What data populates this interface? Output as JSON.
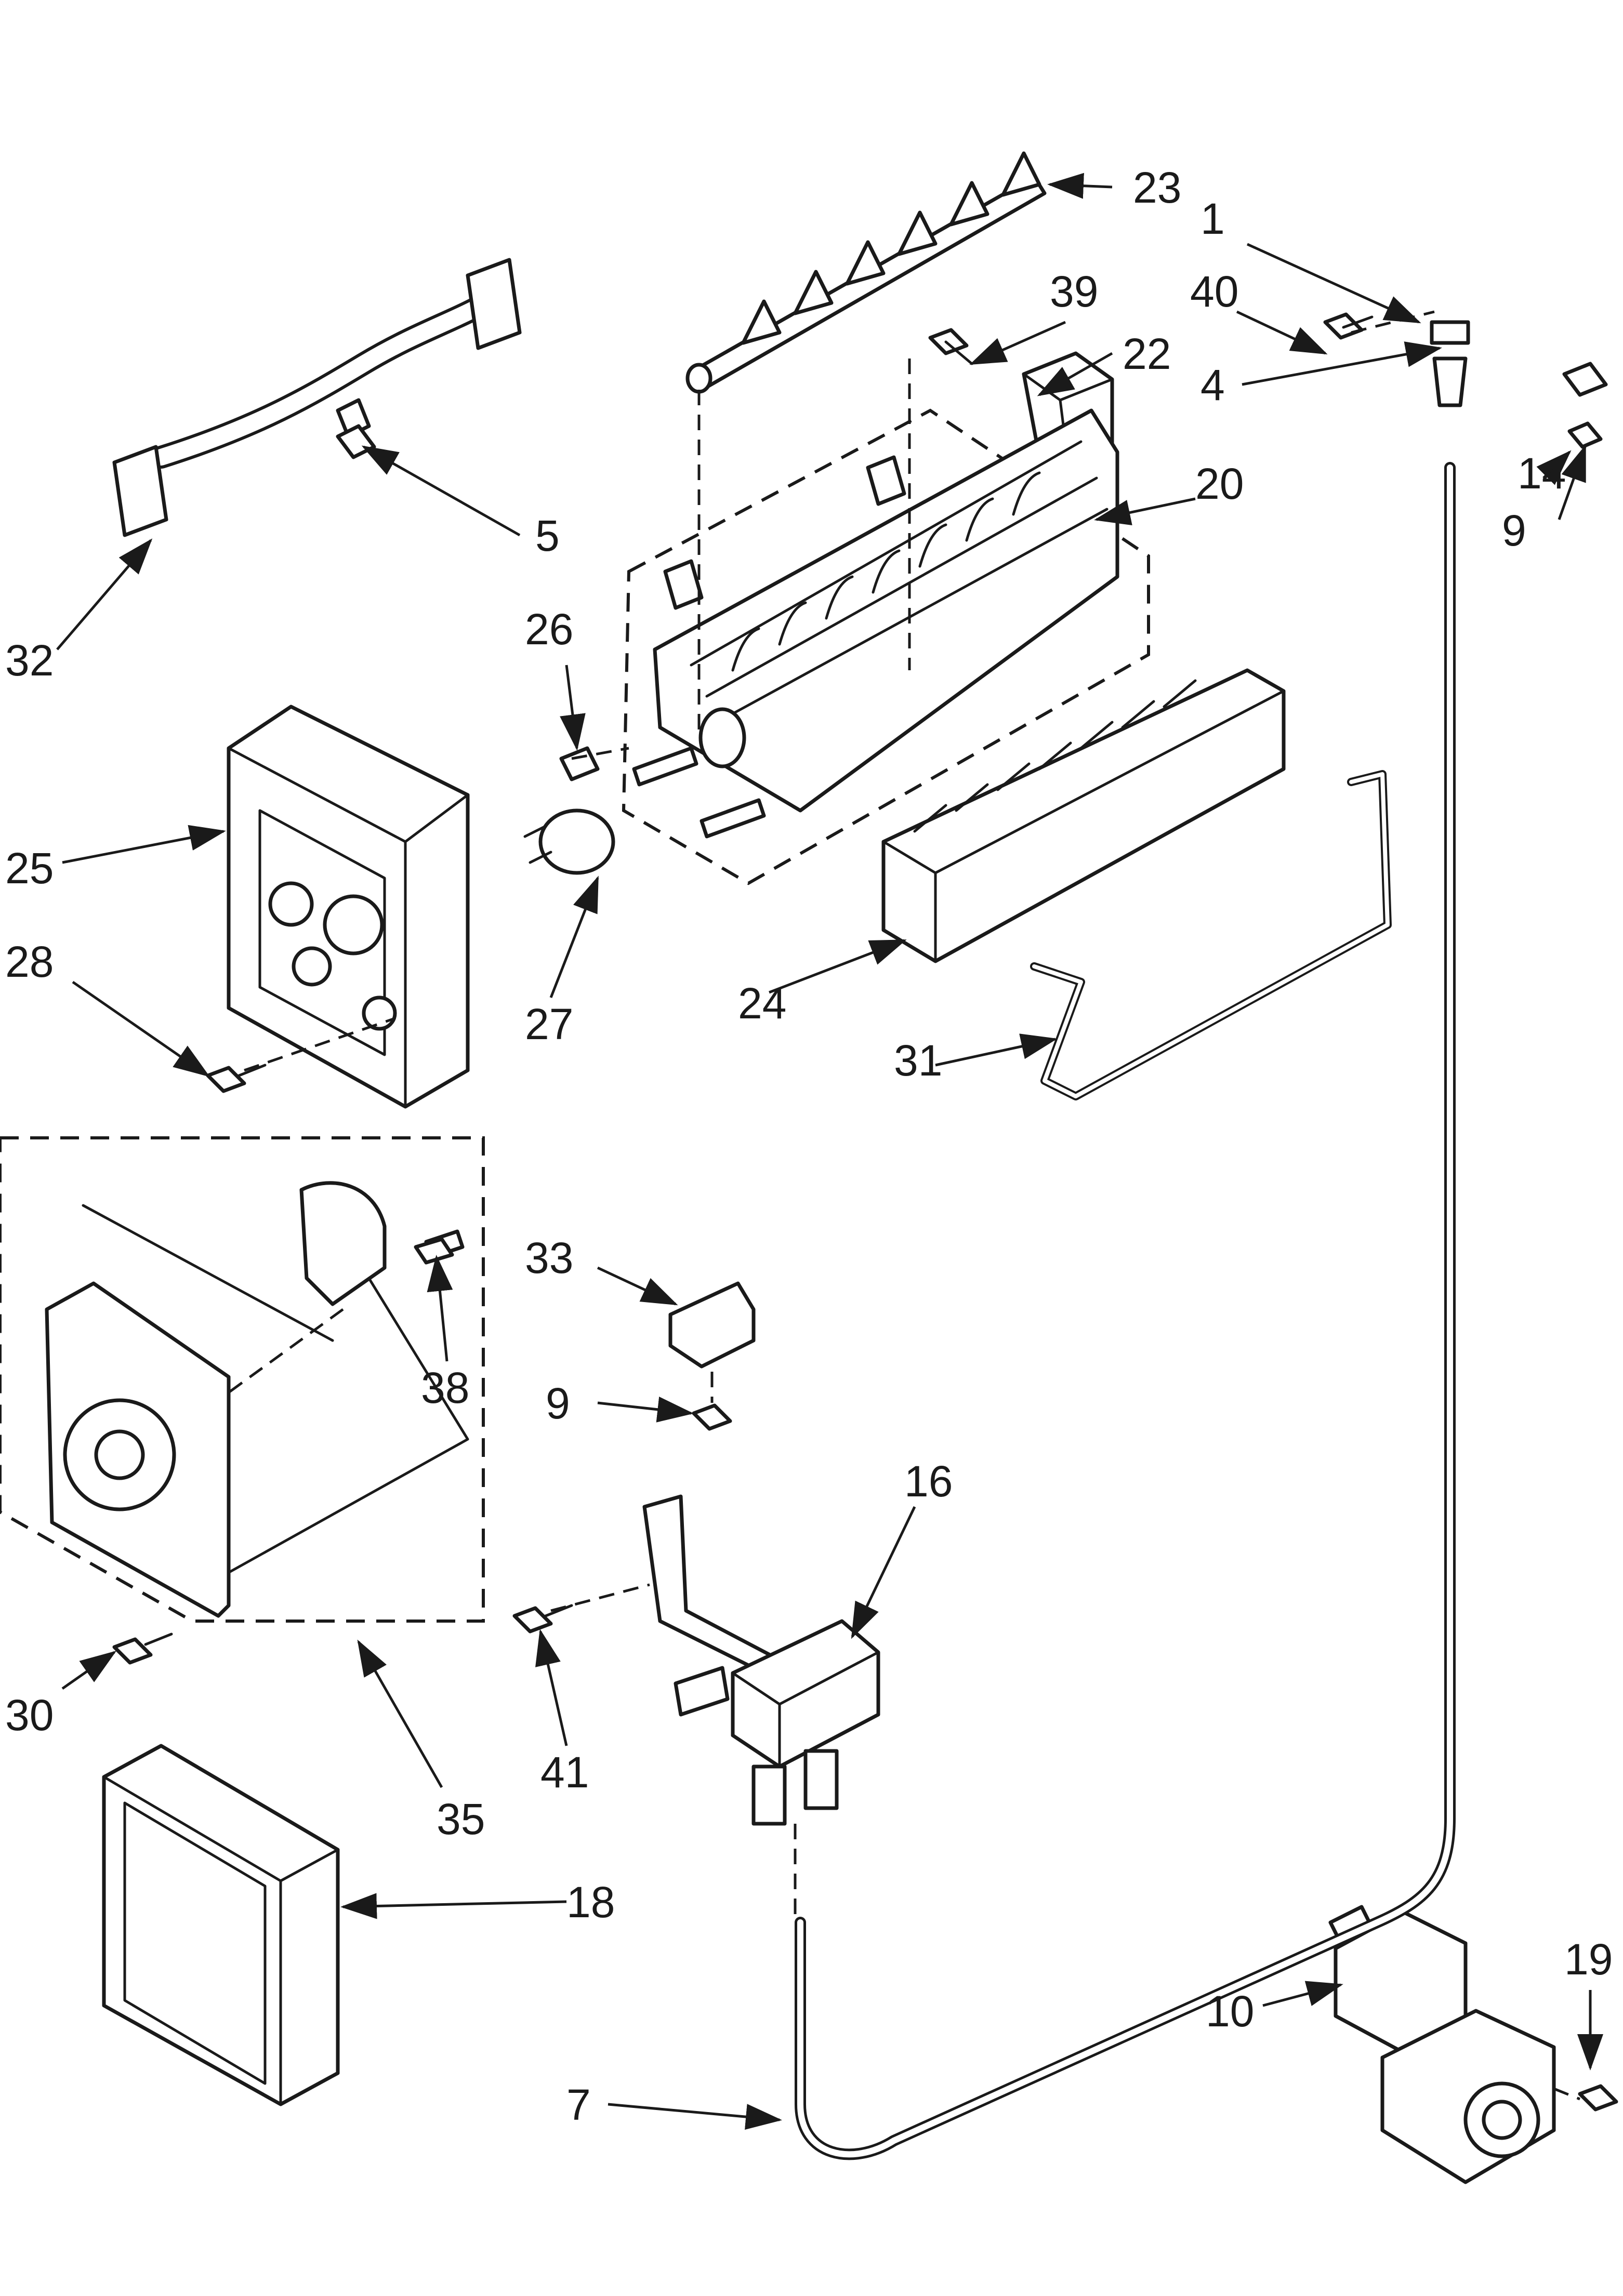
{
  "callouts": {
    "p1": "1",
    "p4": "4",
    "p5": "5",
    "p7": "7",
    "p9a": "9",
    "p9b": "9",
    "p10": "10",
    "p14": "14",
    "p16": "16",
    "p18": "18",
    "p19": "19",
    "p20": "20",
    "p22": "22",
    "p23": "23",
    "p24": "24",
    "p25": "25",
    "p26": "26",
    "p27": "27",
    "p28": "28",
    "p30": "30",
    "p31": "31",
    "p32": "32",
    "p33": "33",
    "p35": "35",
    "p38": "38",
    "p39": "39",
    "p40": "40",
    "p41": "41"
  },
  "colors": {
    "line": "#1a1a1a",
    "background": "#ffffff",
    "shade": "#d8d8d8"
  }
}
